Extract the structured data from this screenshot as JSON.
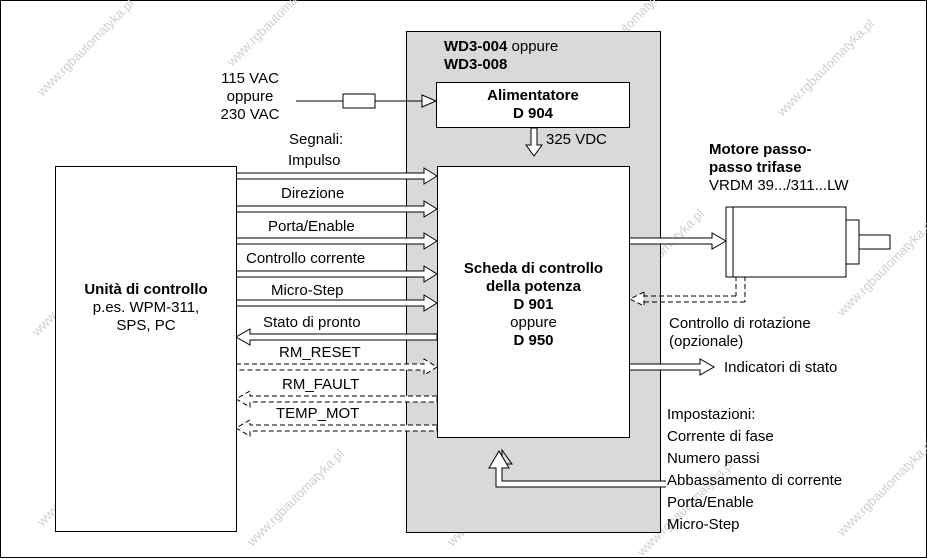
{
  "drive": {
    "model_a": "WD3-004",
    "or_word": "oppure",
    "model_b": "WD3-008"
  },
  "mains": {
    "v1": "115 VAC",
    "or_word": "oppure",
    "v2": "230 VAC"
  },
  "psu": {
    "title": "Alimentatore",
    "code": "D 904"
  },
  "dc_label": "325 VDC",
  "signals": {
    "title": "Segnali:",
    "items": [
      "Impulso",
      "Direzione",
      "Porta/Enable",
      "Controllo corrente",
      "Micro-Step"
    ]
  },
  "ready_label": "Stato di pronto",
  "reset_label": "RM_RESET",
  "fault_label": "RM_FAULT",
  "temp_label": "TEMP_MOT",
  "controller": {
    "title": "Unità di controllo",
    "line1": "p.es. WPM-311,",
    "line2": "SPS, PC"
  },
  "power_board": {
    "line1": "Scheda di controllo",
    "line2": "della potenza",
    "code1": "D 901",
    "or_word": "oppure",
    "code2": "D 950"
  },
  "motor": {
    "line1": "Motore passo-",
    "line2": "passo trifase",
    "model": "VRDM 39.../311...LW"
  },
  "rotation": {
    "line1": "Controllo di rotazione",
    "line2": "(opzionale)"
  },
  "status_indicators": "Indicatori di stato",
  "settings": {
    "title": "Impostazioni:",
    "items": [
      "Corrente di fase",
      "Numero passi",
      "Abbassamento di corrente",
      "Porta/Enable",
      "Micro-Step"
    ]
  },
  "watermark": "www.rgbautomatyka.pl"
}
